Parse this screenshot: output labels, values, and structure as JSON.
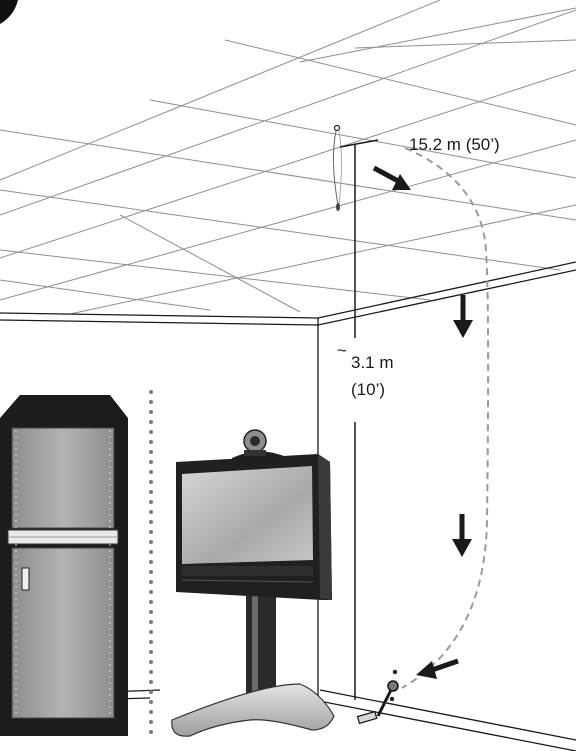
{
  "labels": {
    "cable_length": "15.2 m (50’)",
    "height_approx": "~",
    "height_metric": "3.1 m",
    "height_imperial": "(10’)"
  },
  "colors": {
    "line": "#1a1a1a",
    "grid": "#8a8a8a",
    "cable": "#9a9a9a",
    "rack": "#1c1c1c",
    "screen": "#b9b9b9",
    "bezel": "#202020",
    "stand": "#c8c8c8"
  },
  "icons": [
    "rack-cabinet-icon",
    "ceiling-microphone-icon",
    "camera-icon",
    "display-screen-icon",
    "wall-socket-icon",
    "direction-arrow-icon"
  ]
}
